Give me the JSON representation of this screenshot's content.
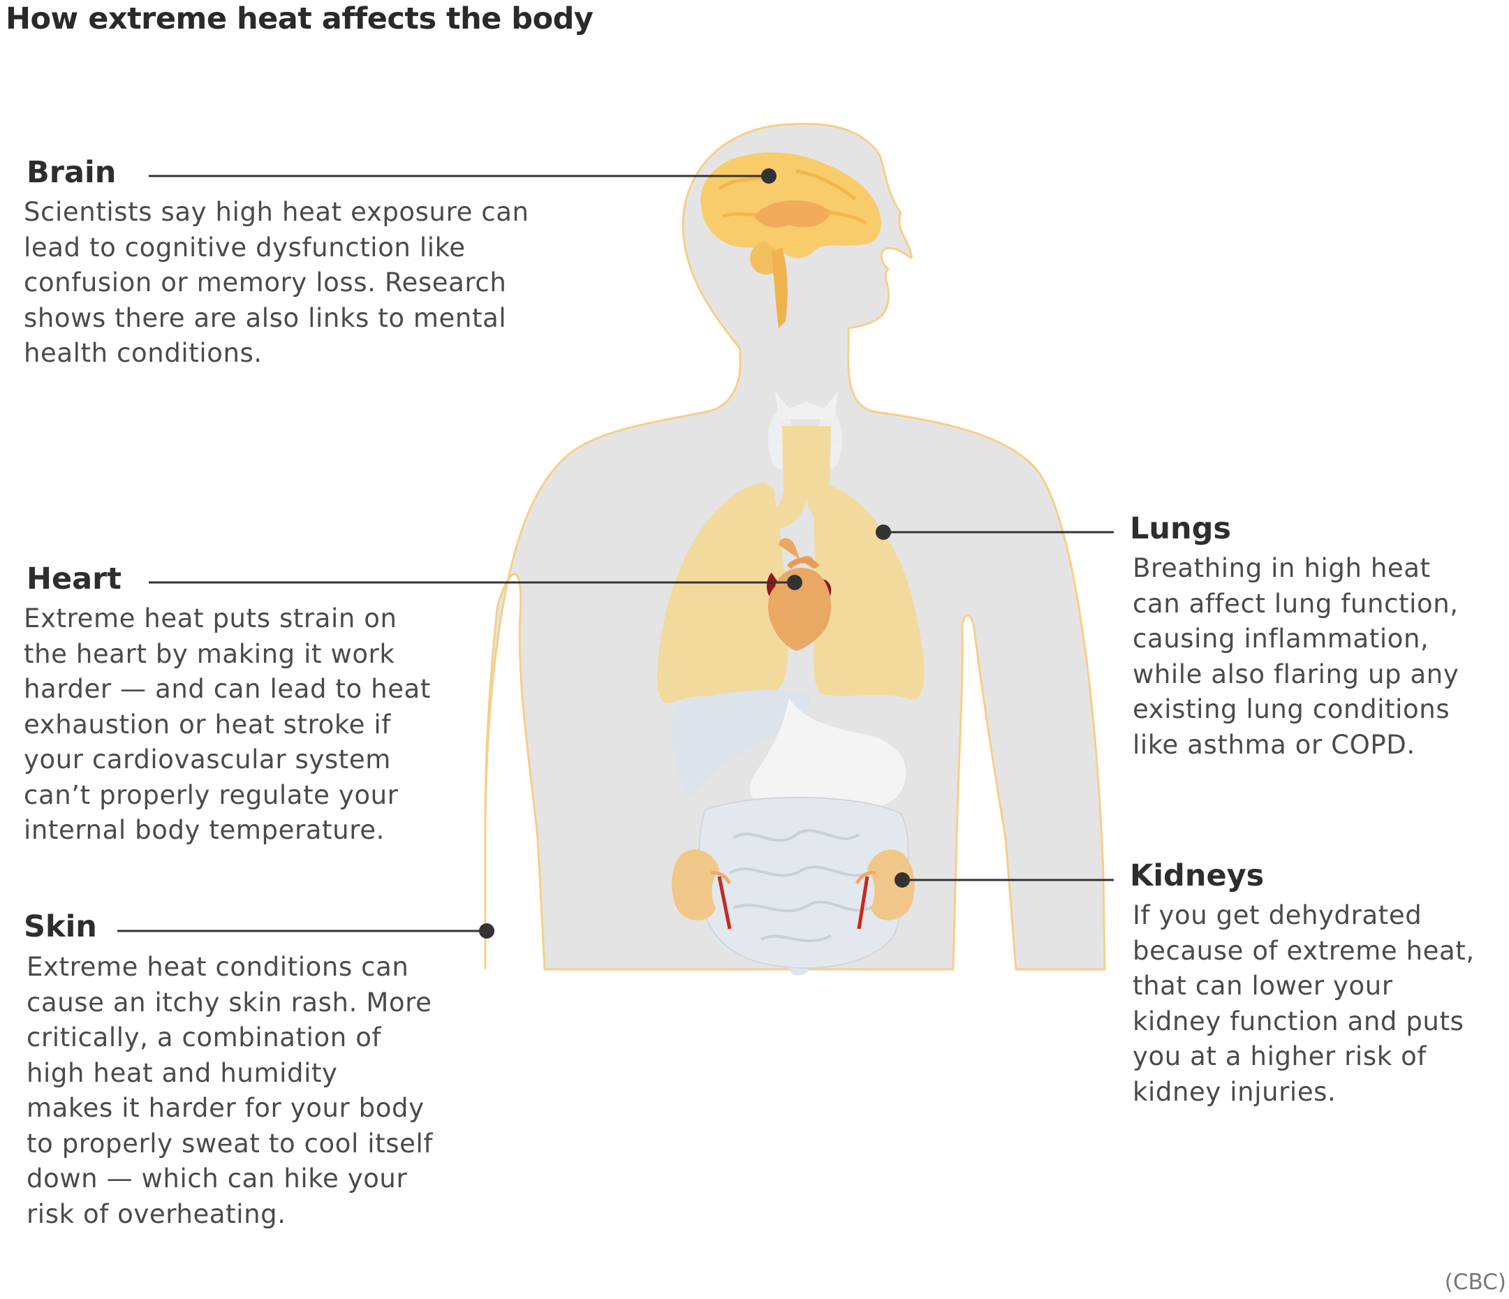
{
  "title": "How extreme heat affects the body",
  "credit": "(CBC)",
  "colors": {
    "body": "#e4e4e4",
    "outline": "#f6cf88",
    "brain": "#f8cc6a",
    "lungs": "#f1da9c",
    "heart": "#eaa865",
    "heart_dark": "#8c1a1a",
    "kidney": "#f0c788",
    "ureter": "#c8281e",
    "organ_pale": "#d8dde3",
    "leader_line": "#333333"
  },
  "organs": {
    "brain": {
      "heading": "Brain",
      "text": "Scientists say high heat exposure can\nlead to cognitive dysfunction like\nconfusion or memory loss. Research\nshows there are also links to mental\nhealth conditions."
    },
    "heart": {
      "heading": "Heart",
      "text": "Extreme heat puts strain on\nthe heart by making it work\nharder — and can lead to heat\nexhaustion or heat stroke if\nyour cardiovascular system\ncan’t properly regulate your\ninternal body temperature."
    },
    "skin": {
      "heading": "Skin",
      "text": "Extreme heat conditions can\ncause an itchy skin rash. More\ncritically, a combination of\nhigh heat and humidity\nmakes it harder for your body\nto properly sweat to cool itself\ndown — which can hike your\nrisk of overheating."
    },
    "lungs": {
      "heading": "Lungs",
      "text": "Breathing in high heat\ncan affect lung function,\ncausing inflammation,\nwhile also flaring up any\nexisting lung conditions\nlike asthma or COPD."
    },
    "kidneys": {
      "heading": "Kidneys",
      "text": "If you get dehydrated\nbecause of extreme heat,\nthat can lower your\nkidney function and puts\nyou at a higher risk of\nkidney injuries."
    }
  }
}
